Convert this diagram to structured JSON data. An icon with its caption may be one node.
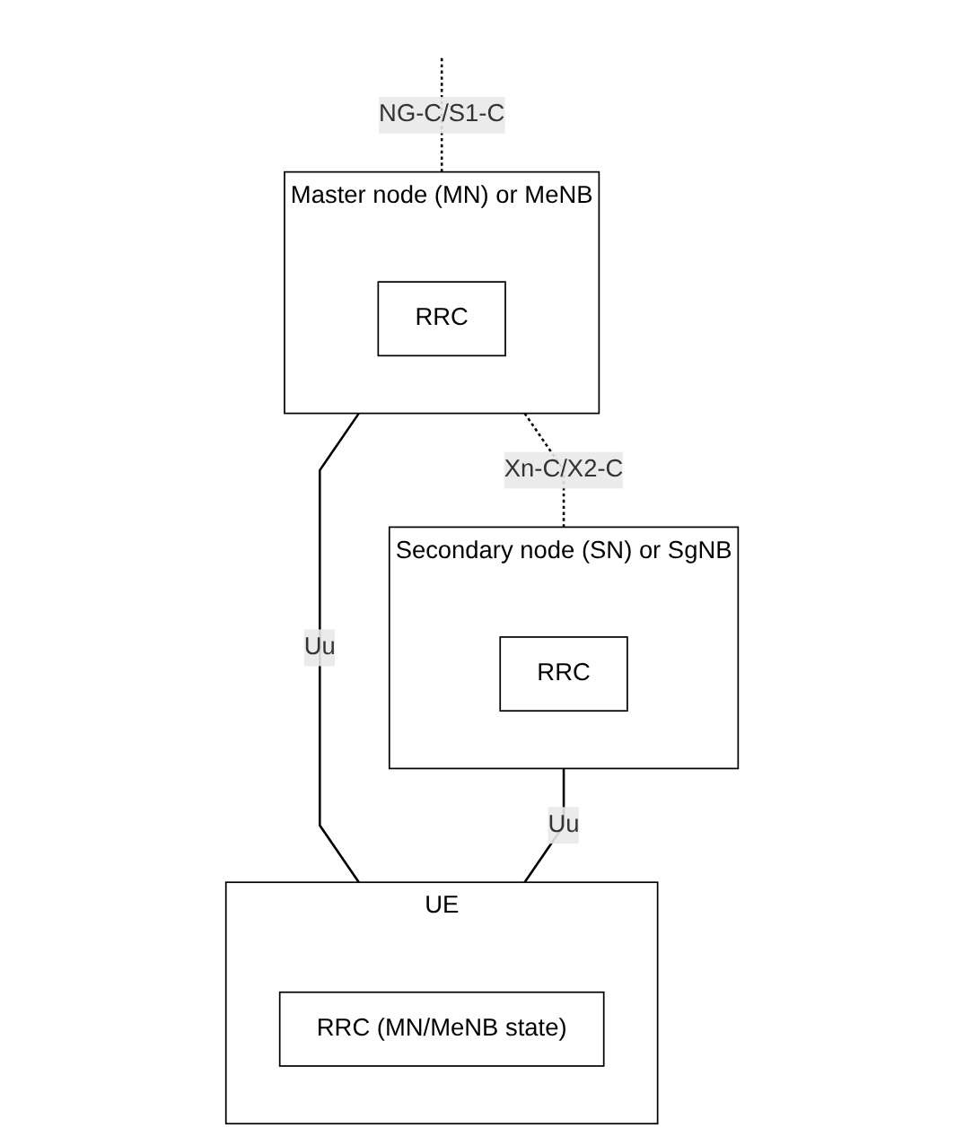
{
  "diagram": {
    "nodes": [
      {
        "text": [
          "Master node (MN) or MeNB"
        ]
      },
      {
        "text": [
          "RRC"
        ],
        "in": 0
      },
      {
        "text": [
          "Secondary node (SN) or SgNB"
        ]
      },
      {
        "text": [
          "RRC"
        ],
        "in": 2
      },
      {
        "text": [
          "UE"
        ]
      },
      {
        "text": [
          "RRC (MN/MeNB state)"
        ],
        "in": 4
      }
    ],
    "edges": [
      {
        "from": null,
        "to": 0,
        "arrow": "none",
        "style": "dashed",
        "label": "NG-C/S1-C"
      },
      {
        "from": 0,
        "to": 2,
        "arrow": "none",
        "style": "dashed",
        "label": "Xn-C/X2-C"
      },
      {
        "from": 0,
        "to": 4,
        "arrow": "none",
        "label": "Uu"
      },
      {
        "from": 2,
        "to": 4,
        "arrow": "none",
        "label": "Uu"
      }
    ]
  }
}
